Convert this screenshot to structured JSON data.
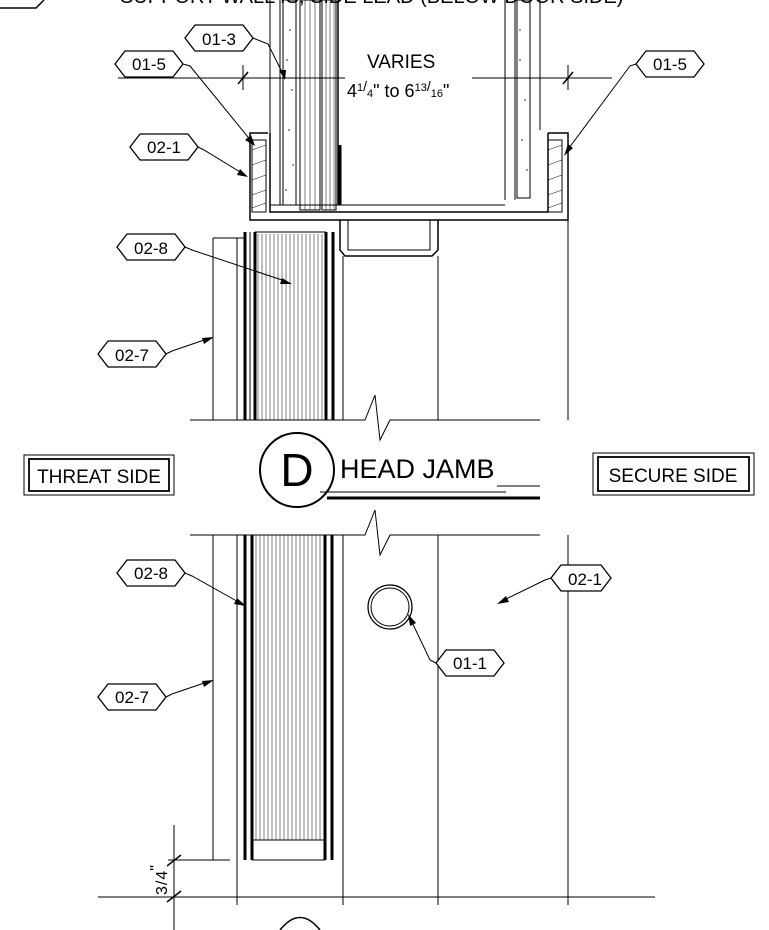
{
  "header": {
    "left_tag": "",
    "partial_text": "SUPPORT WALL IS, SIDE LEAD (BELOW DOOR SIDE)"
  },
  "tags": {
    "t01_3": "01-3",
    "t01_5_left": "01-5",
    "t01_5_right": "01-5",
    "t02_1_top": "02-1",
    "t02_8_top": "02-8",
    "t02_7_top": "02-7",
    "t02_8_bottom": "02-8",
    "t02_1_bottom": "02-1",
    "t01_1": "01-1",
    "t02_7_bottom": "02-7"
  },
  "dimension": {
    "label": "VARIES",
    "range_a": "4",
    "range_a_frac_num": "1",
    "range_a_frac_den": "4",
    "range_mid": "\" to 6",
    "range_b_frac_num": "13",
    "range_b_frac_den": "16",
    "range_end": "\""
  },
  "bottom_dim": {
    "num": "3",
    "den": "4",
    "unit": "\""
  },
  "section": {
    "bubble_letter": "D",
    "title": "HEAD JAMB"
  },
  "sides": {
    "threat": "THREAT SIDE",
    "secure": "SECURE SIDE"
  }
}
